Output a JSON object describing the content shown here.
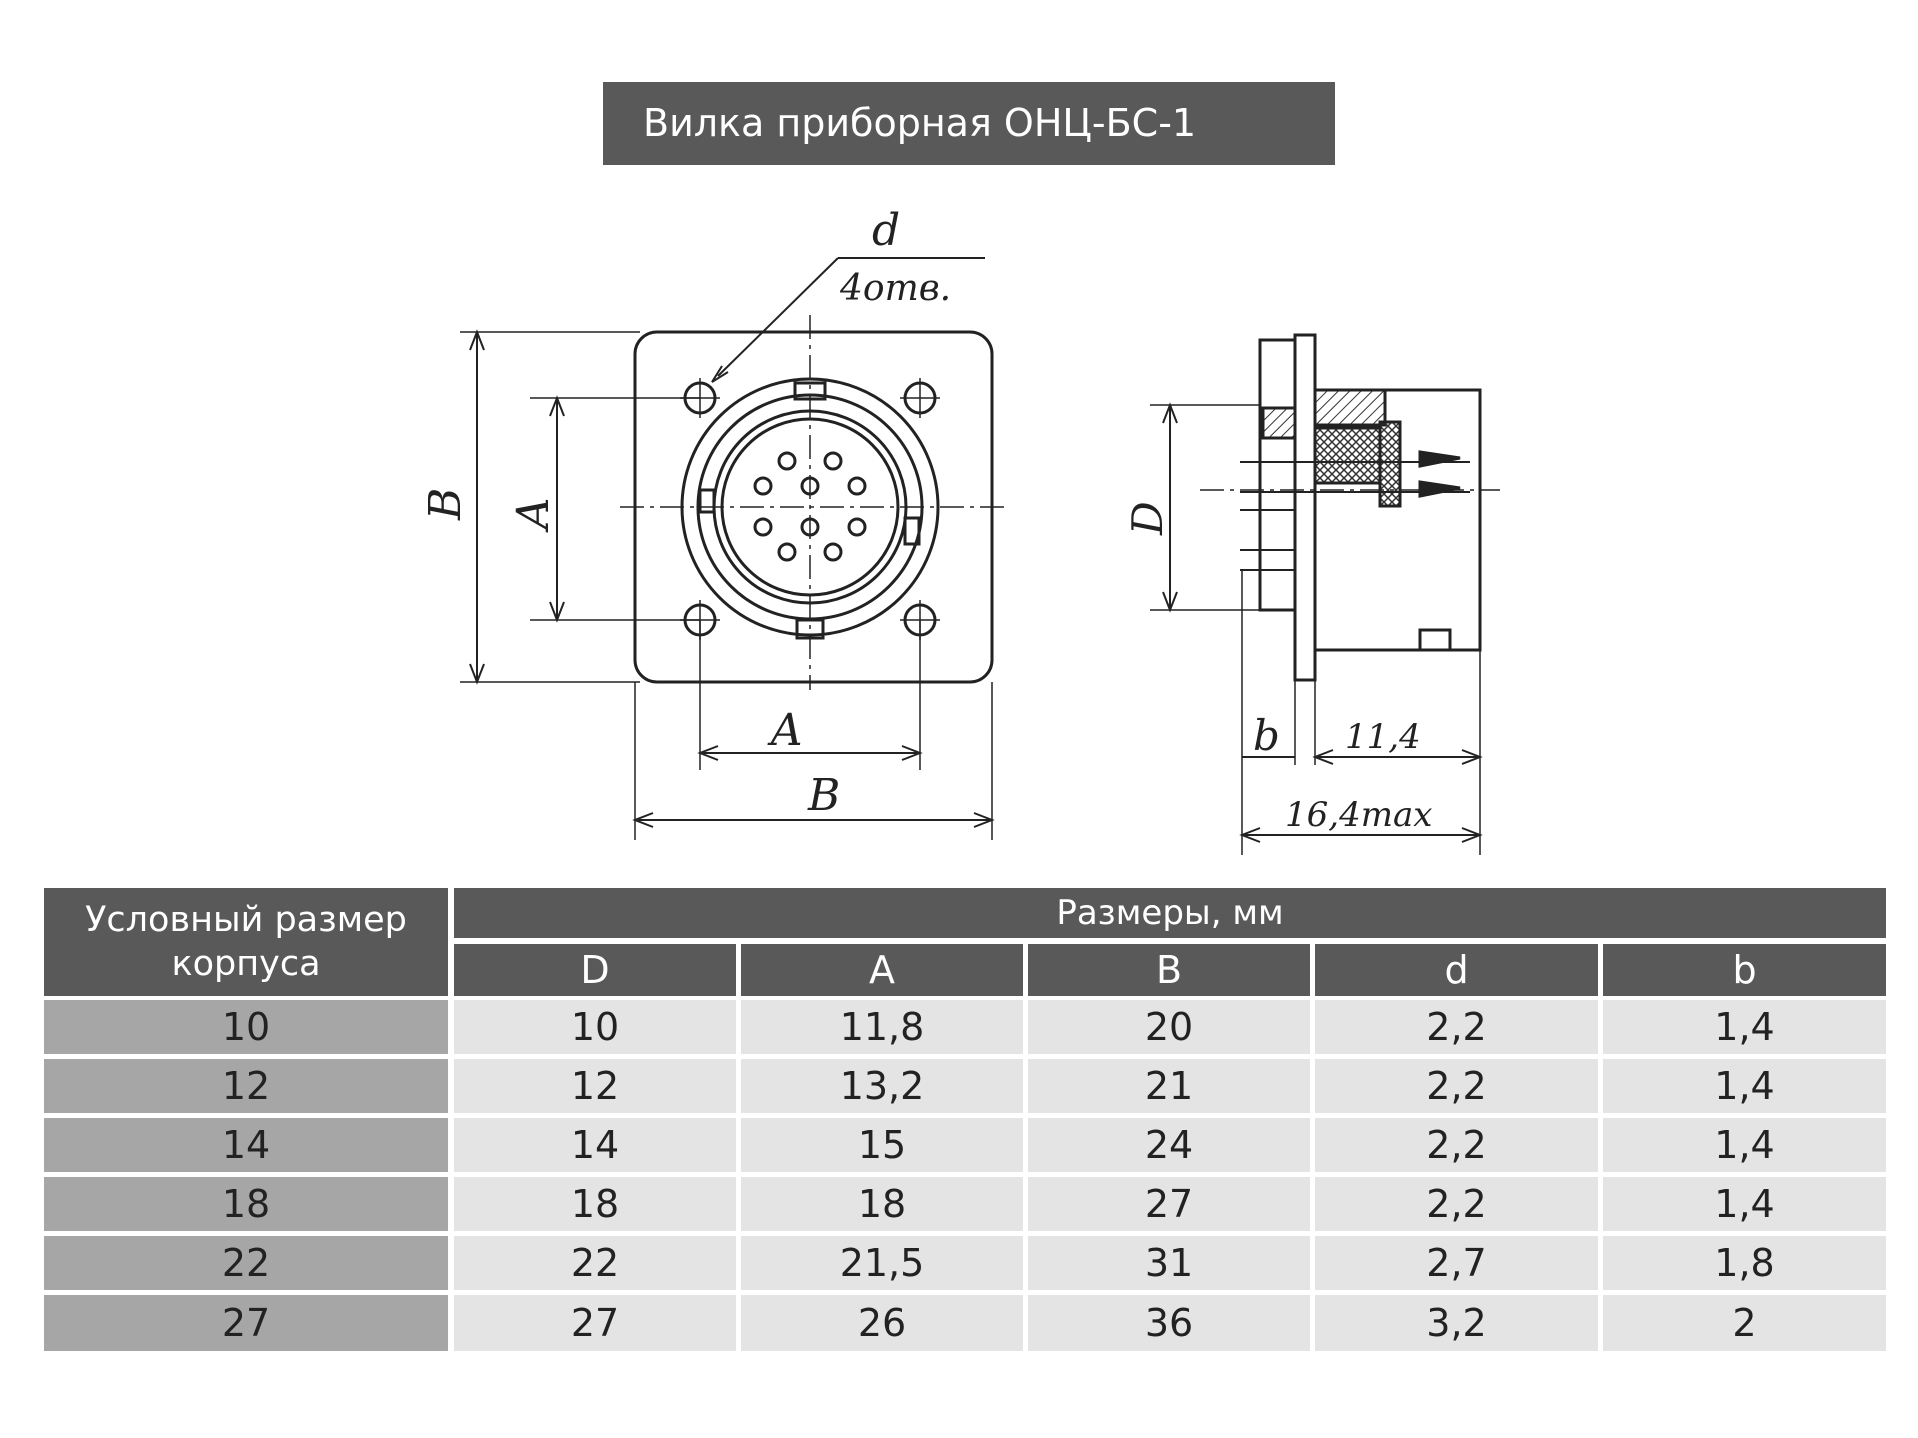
{
  "page": {
    "title": "Вилка приборная ОНЦ-БС-1"
  },
  "drawing": {
    "front": {
      "hole_label_d": "d",
      "hole_label_count": "4отв.",
      "dim_B_vertical": "В",
      "dim_A_vertical": "А",
      "dim_A_horizontal": "А",
      "dim_B_horizontal": "В"
    },
    "side": {
      "dim_D": "D",
      "dim_b": "b",
      "dim_11_4": "11,4",
      "dim_16_4": "16,4max"
    }
  },
  "table": {
    "row_header": "Условный размер корпуса",
    "group_header": "Размеры, мм",
    "columns": [
      "D",
      "A",
      "B",
      "d",
      "b"
    ],
    "rows": [
      [
        "10",
        "10",
        "11,8",
        "20",
        "2,2",
        "1,4"
      ],
      [
        "12",
        "12",
        "13,2",
        "21",
        "2,2",
        "1,4"
      ],
      [
        "14",
        "14",
        "15",
        "24",
        "2,2",
        "1,4"
      ],
      [
        "18",
        "18",
        "18",
        "27",
        "2,2",
        "1,4"
      ],
      [
        "22",
        "22",
        "21,5",
        "31",
        "2,7",
        "1,8"
      ],
      [
        "27",
        "27",
        "26",
        "36",
        "3,2",
        "2"
      ]
    ]
  },
  "colors": {
    "header_bg": "#595959",
    "first_col_bg": "#a6a6a6",
    "data_bg": "#e4e4e4"
  }
}
